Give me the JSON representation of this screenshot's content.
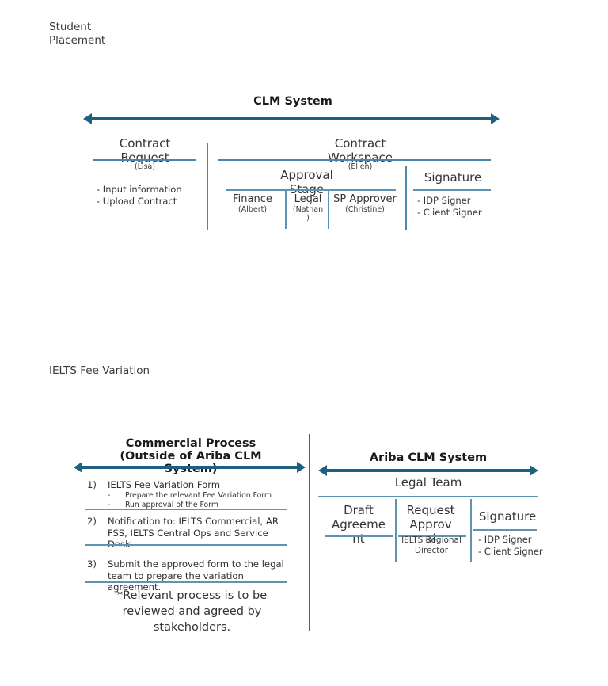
{
  "page": {
    "section1_label": "Student\nPlacement",
    "section2_label": "IELTS Fee Variation"
  },
  "colors": {
    "arrow": "#1f5f80",
    "rule": "#4c86a8",
    "rule_light": "#5f93b2",
    "text": "#303030"
  },
  "clm": {
    "title": "CLM System",
    "contract_request": {
      "title": "Contract\nRequest",
      "owner": "(Lisa)",
      "bullets": "- Input information\n- Upload Contract"
    },
    "contract_workspace": {
      "title": "Contract\nWorkspace",
      "owner": "(Ellen)",
      "approval_stage": {
        "title": "Approval\nStage",
        "columns": [
          {
            "label": "Finance",
            "owner": "(Albert)"
          },
          {
            "label": "Legal",
            "owner": "(Nathan\n)"
          },
          {
            "label": "SP Approver",
            "owner": "(Christine)"
          }
        ]
      },
      "signature": {
        "title": "Signature",
        "bullets": "- IDP Signer\n- Client Signer"
      }
    }
  },
  "ielts": {
    "commercial": {
      "title": "Commercial Process\n(Outside of Ariba CLM\nSystem)",
      "steps": [
        {
          "num": "1)",
          "text": "IELTS Fee Variation Form",
          "subs": [
            "Prepare the relevant Fee Variation Form",
            "Run approval of the Form"
          ]
        },
        {
          "num": "2)",
          "text": "Notification to: IELTS Commercial, AR FSS, IELTS Central Ops and Service Desk",
          "subs": []
        },
        {
          "num": "3)",
          "text": "Submit the approved form to the legal team to prepare the variation agreement.",
          "subs": []
        }
      ],
      "note": "*Relevant process is to be\nreviewed and agreed by\nstakeholders."
    },
    "ariba": {
      "title": "Ariba CLM System",
      "team": "Legal Team",
      "columns": [
        {
          "label": "Draft\nAgreeme\nnt",
          "owner": ""
        },
        {
          "label": "Request\nApprov\nal",
          "owner": "IELTS Regional\nDirector"
        },
        {
          "label": "Signature",
          "bullets": "- IDP Signer\n- Client Signer"
        }
      ]
    }
  }
}
